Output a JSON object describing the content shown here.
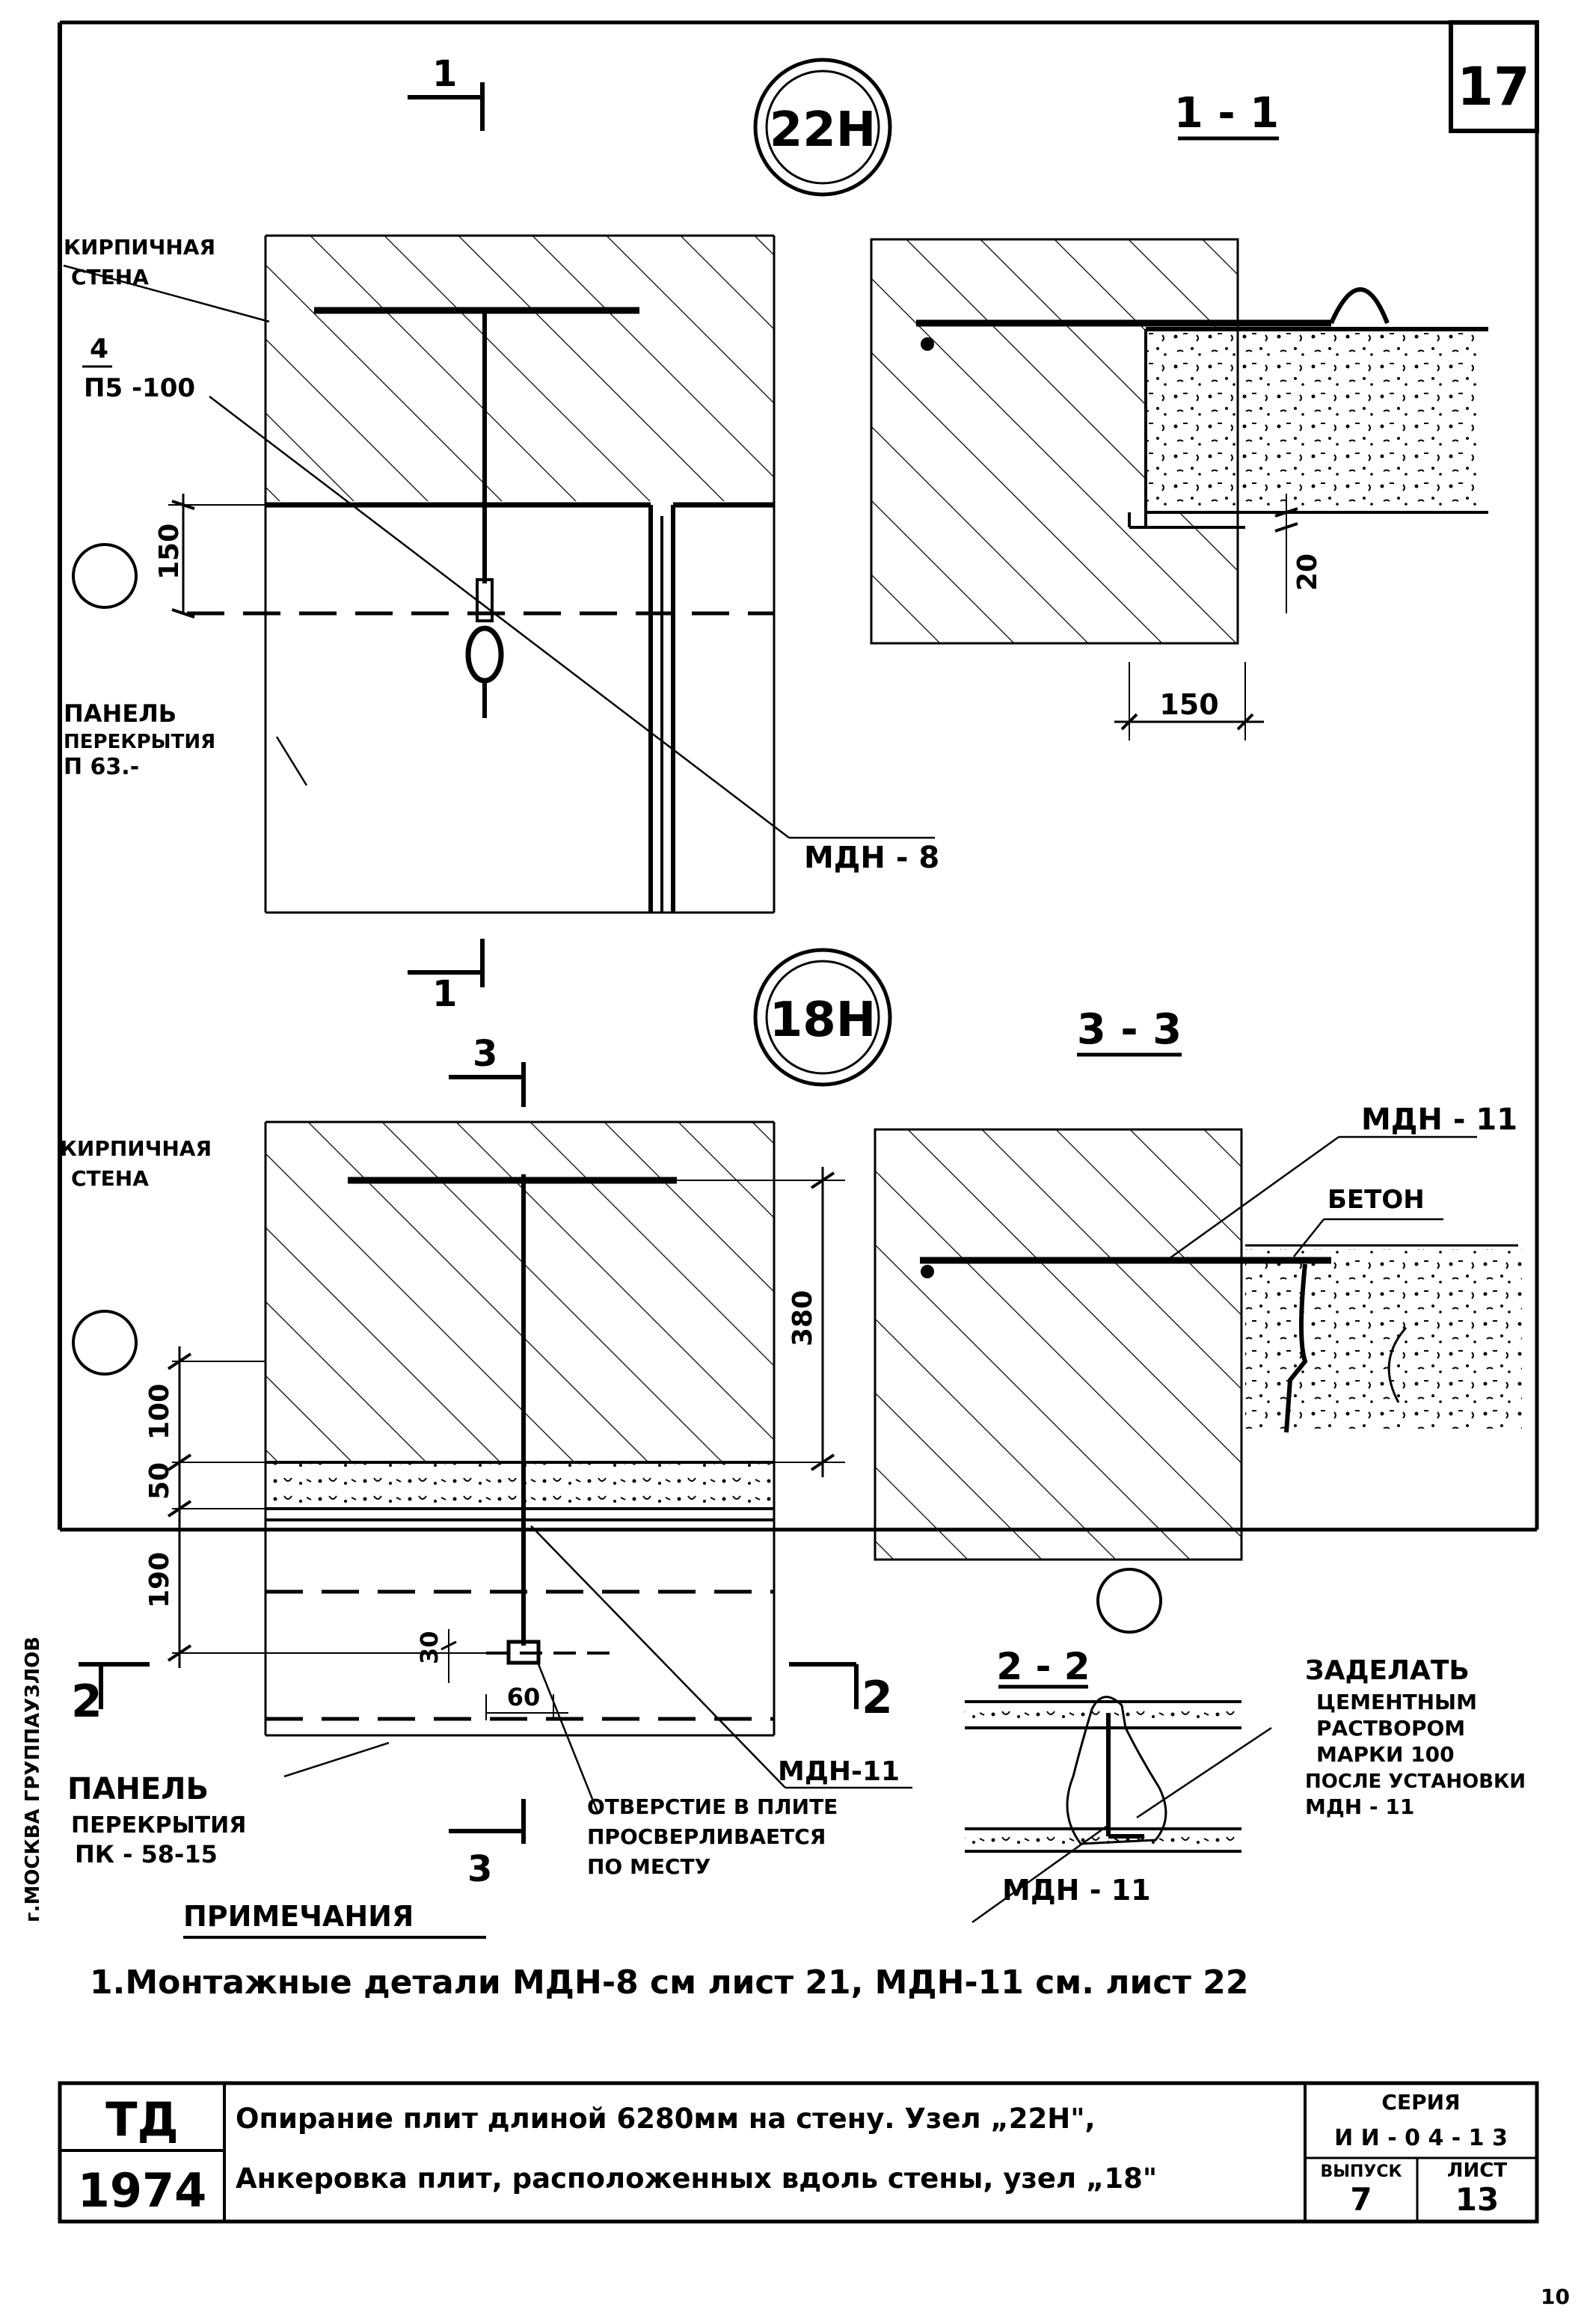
{
  "sheet": {
    "corner_number": "17",
    "bottom_right_mark": "10",
    "left_margin_text": "г.МОСКВА  ГРУППАУЗЛОВ"
  },
  "node_22": {
    "circle_label": "22Н",
    "section_mark_top": "1",
    "section_mark_bottom": "1",
    "section_title": "1 - 1",
    "wall_label_line1": "КИРПИЧНАЯ",
    "wall_label_line2": "СТЕНА",
    "rebar_fraction_top": "4",
    "rebar_fraction_bottom": "П5 -100",
    "panel_label_line1": "ПАНЕЛЬ",
    "panel_label_line2": "ПЕРЕКРЫТИЯ",
    "panel_label_line3": "П 63.-",
    "part_label": "МДН - 8",
    "dim_150_vertical": "150",
    "dim_20": "20",
    "dim_150_horizontal": "150"
  },
  "node_18": {
    "circle_label": "18Н",
    "section_title": "3 - 3",
    "section_mark_top": "3",
    "section_mark_bottom": "3",
    "section_mark_left": "2",
    "section_mark_right": "2",
    "wall_label_line1": "КИРПИЧНАЯ",
    "wall_label_line2": "СТЕНА",
    "panel_label_line1": "ПАНЕЛЬ",
    "panel_label_line2": "ПЕРЕКРЫТИЯ",
    "panel_label_line3": "ПК - 58-15",
    "part_label_plan": "МДН-11",
    "part_label_section": "МДН - 11",
    "concrete_label": "БЕТОН",
    "hole_note_line1": "ОТВЕРСТИЕ В ПЛИТЕ",
    "hole_note_line2": "ПРОСВЕРЛИВАЕТСЯ",
    "hole_note_line3": "ПО МЕСТУ",
    "dim_100": "100",
    "dim_50": "50",
    "dim_190": "190",
    "dim_380": "380",
    "dim_30": "30",
    "dim_60": "60",
    "section_2_title": "2 - 2",
    "section_2_part_label": "МДН - 11",
    "grout_note_line1": "ЗАДЕЛАТЬ",
    "grout_note_line2": "ЦЕМЕНТНЫМ",
    "grout_note_line3": "РАСТВОРОМ",
    "grout_note_line4": "МАРКИ 100",
    "grout_note_line5": "ПОСЛЕ УСТАНОВКИ",
    "grout_note_line6": "МДН - 11"
  },
  "notes": {
    "heading": "ПРИМЕЧАНИЯ",
    "item_1": "1.Монтажные детали МДН-8 см лист 21, МДН-11 см. лист 22"
  },
  "title_block": {
    "org": "ТД",
    "year": "1974",
    "title_line1": "Опирание плит длиной 6280мм на стену. Узел „22Н\",",
    "title_line2": "Анкеровка плит, расположенных вдоль стены, узел „18\"",
    "series_label": "СЕРИЯ",
    "series_value": "И И - 0 4 - 1 3",
    "issue_label": "ВЫПУСК",
    "issue_value": "7",
    "sheet_label": "ЛИСТ",
    "sheet_value": "13"
  }
}
